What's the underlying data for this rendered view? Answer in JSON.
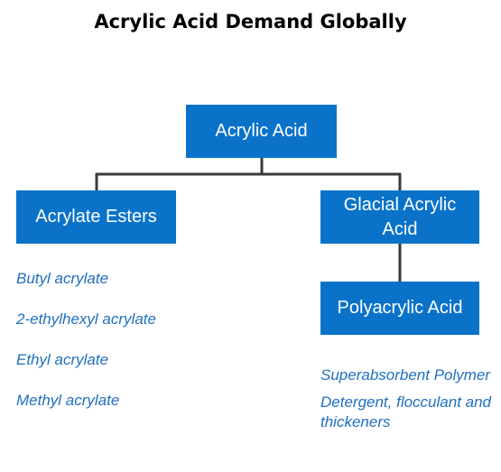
{
  "title": "Acrylic Acid Demand Globally",
  "nodes": {
    "root": "Acrylic Acid",
    "esters": "Acrylate Esters",
    "glacial": "Glacial Acrylic Acid",
    "poly": "Polyacrylic Acid"
  },
  "esters_uses": [
    "Butyl acrylate",
    "2-ethylhexyl acrylate",
    "Ethyl acrylate",
    "Methyl acrylate"
  ],
  "poly_uses": [
    "Superabsorbent Polymer",
    "Detergent, flocculant and thickeners"
  ],
  "colors": {
    "box": "#0a73c9",
    "box_text": "#ffffff",
    "list_text": "#1f6fbf",
    "connector": "#3a3a3a"
  }
}
